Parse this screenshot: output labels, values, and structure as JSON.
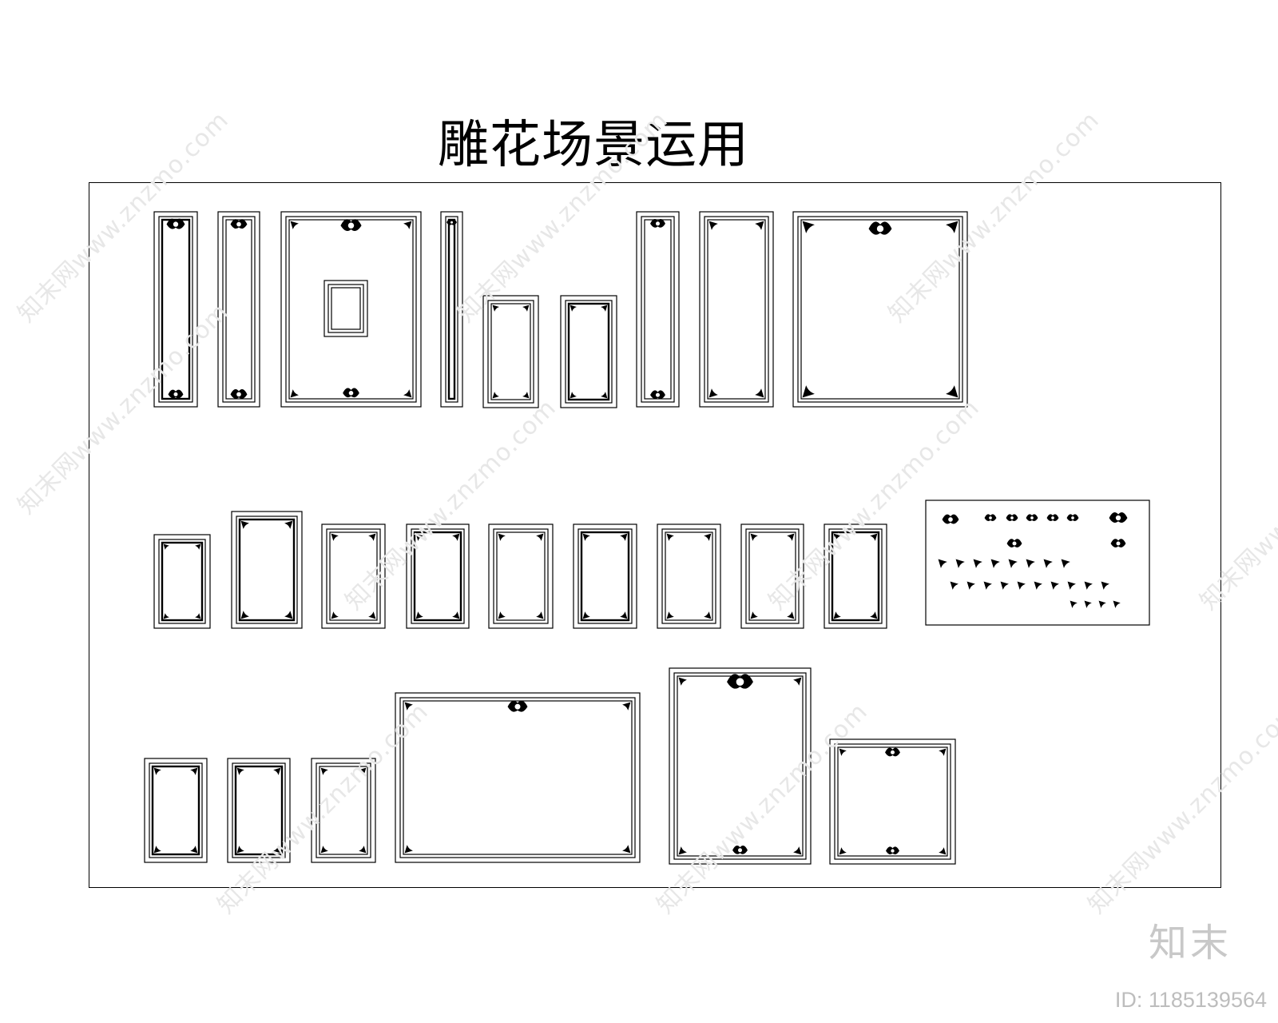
{
  "title": "雕花场景运用",
  "watermark": "知末网www.znzmo.com",
  "brand": "知末",
  "id_label": "ID: 1185139564",
  "colors": {
    "line": "#000000",
    "watermark": "#e7e7e7",
    "brand": "#c8c8c8"
  }
}
